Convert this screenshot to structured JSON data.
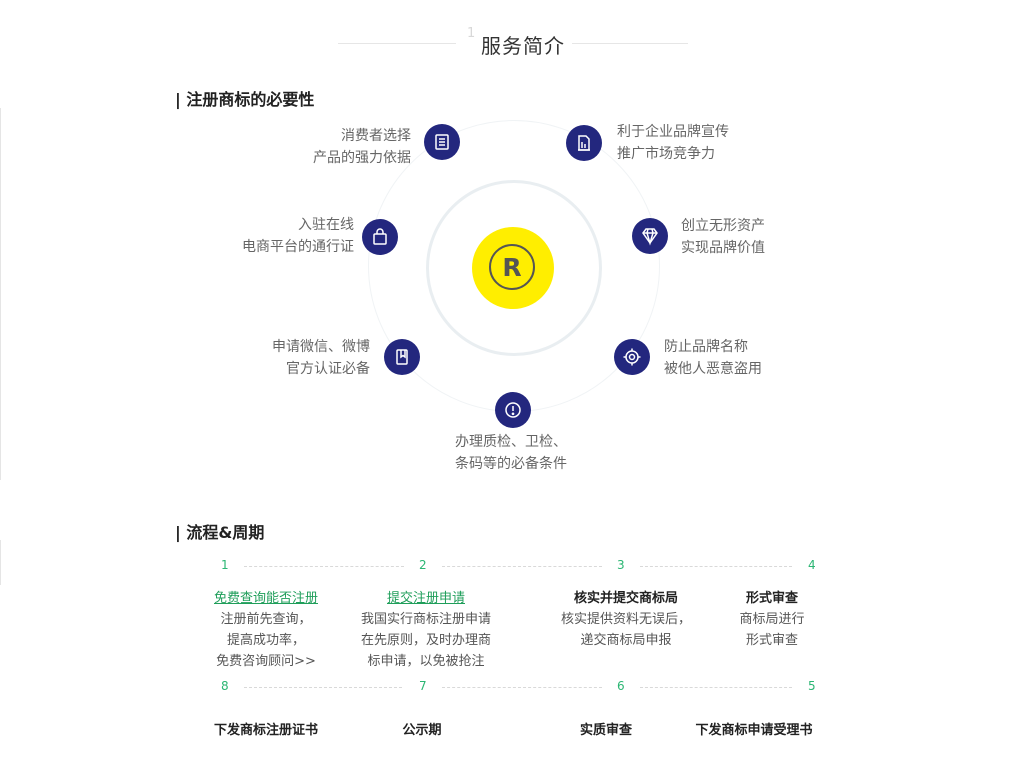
{
  "header": {
    "number": "1",
    "title": "服务简介"
  },
  "section_necessity": {
    "title": "| 注册商标的必要性"
  },
  "center_logo": {
    "letter": "R",
    "color": "#ffee00"
  },
  "icon_color": "#23277e",
  "features": [
    {
      "icon": "list-icon",
      "line1": "消费者选择",
      "line2": "产品的强力依据"
    },
    {
      "icon": "document-icon",
      "line1": "利于企业品牌宣传",
      "line2": "推广市场竞争力"
    },
    {
      "icon": "shopping-bag-icon",
      "line1": "入驻在线",
      "line2": "电商平台的通行证"
    },
    {
      "icon": "diamond-icon",
      "line1": "创立无形资产",
      "line2": "实现品牌价值"
    },
    {
      "icon": "bookmark-icon",
      "line1": "申请微信、微博",
      "line2": "官方认证必备"
    },
    {
      "icon": "target-icon",
      "line1": "防止品牌名称",
      "line2": "被他人恶意盗用"
    },
    {
      "icon": "alert-icon",
      "line1": "办理质检、卫检、",
      "line2": "条码等的必备条件"
    }
  ],
  "section_process": {
    "title": "| 流程&周期"
  },
  "process": {
    "accent_color": "#2bb673",
    "row1": [
      {
        "num": "1",
        "title": "免费查询能否注册",
        "link": true,
        "lines": [
          "注册前先查询，",
          "提高成功率，",
          "免费咨询顾问>>"
        ]
      },
      {
        "num": "2",
        "title": "提交注册申请",
        "link": true,
        "lines": [
          "我国实行商标注册申请",
          "在先原则，及时办理商",
          "标申请，以免被抢注"
        ]
      },
      {
        "num": "3",
        "title": "核实并提交商标局",
        "link": false,
        "lines": [
          "核实提供资料无误后，",
          "递交商标局申报"
        ]
      },
      {
        "num": "4",
        "title": "形式审查",
        "link": false,
        "lines": [
          "商标局进行",
          "形式审查"
        ]
      }
    ],
    "row2": [
      {
        "num": "8",
        "title": "下发商标注册证书"
      },
      {
        "num": "7",
        "title": "公示期"
      },
      {
        "num": "6",
        "title": "实质审查"
      },
      {
        "num": "5",
        "title": "下发商标申请受理书"
      }
    ]
  }
}
